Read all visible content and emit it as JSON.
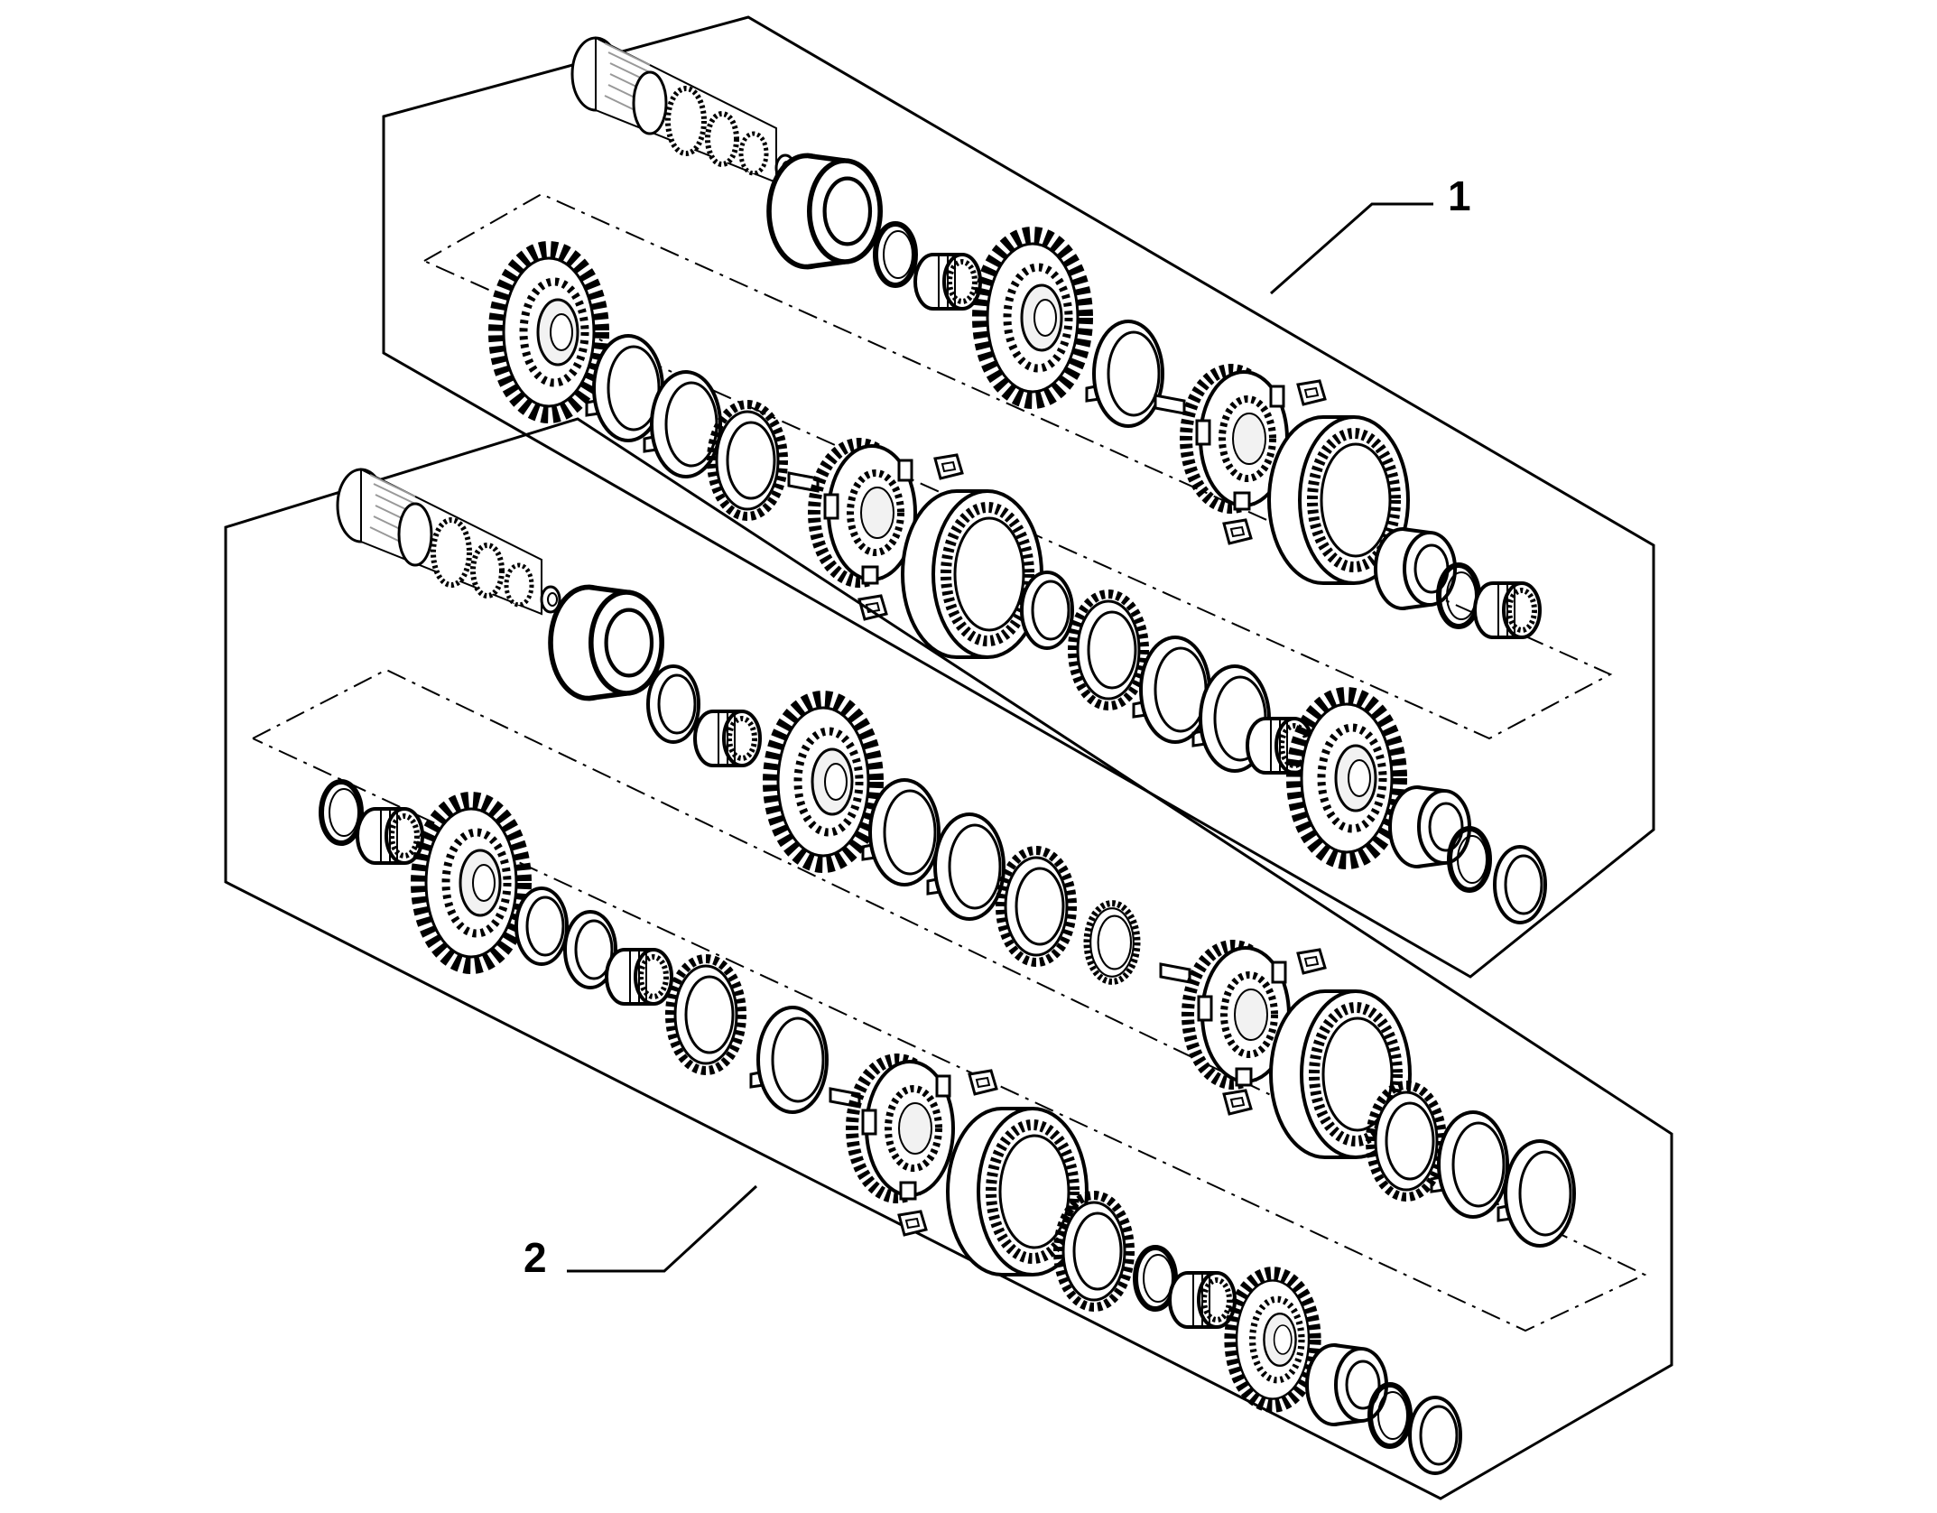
{
  "callouts": [
    {
      "id": "1",
      "text": "1"
    },
    {
      "id": "2",
      "text": "2"
    }
  ],
  "colors": {
    "line": "#000000",
    "background": "#ffffff",
    "hub": "#f2f2f2"
  },
  "icons": [
    "gear-icon",
    "synchro-ring-icon",
    "needle-bearing-icon",
    "snap-ring-icon",
    "shaft-icon",
    "sliding-sleeve-icon",
    "hub-icon",
    "key-icon",
    "spring-icon"
  ]
}
